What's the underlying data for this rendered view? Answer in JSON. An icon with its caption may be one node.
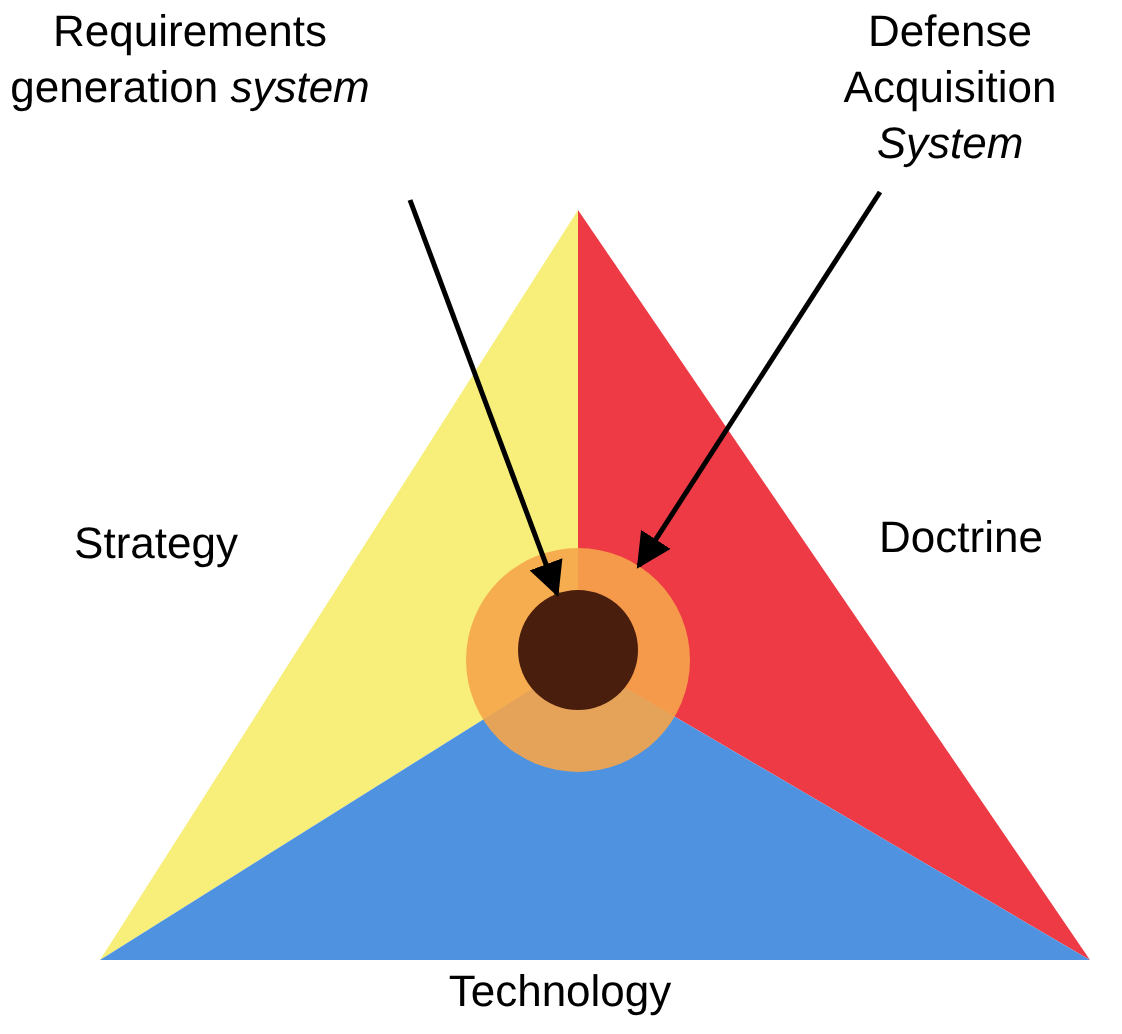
{
  "diagram": {
    "nodes": [
      {
        "text": [
          "Requirements generation *system*"
        ]
      },
      {
        "text": [
          "Defense Acquisition *System*"
        ]
      },
      {
        "text": [],
        "shape": "circle"
      },
      {
        "text": [],
        "shape": "circle",
        "in": 2
      }
    ],
    "edges": [
      {
        "from": 0,
        "to": 3,
        "arrow": "to"
      },
      {
        "from": 1,
        "to": 2,
        "arrow": "to"
      }
    ],
    "labels": [
      "Strategy",
      "Doctrine",
      "Technology"
    ]
  }
}
